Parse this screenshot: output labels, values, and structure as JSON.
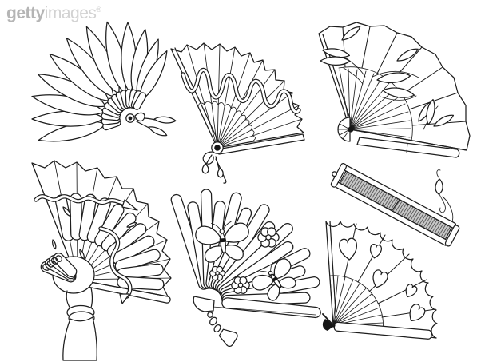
{
  "watermark": {
    "brand_bold": "getty",
    "brand_light": "images",
    "registered": "®"
  },
  "palette": {
    "background": "#ffffff",
    "line": "#1d1d1d",
    "watermark_bold": "#b5b5b5",
    "watermark_light": "#d2d2d2",
    "closed_fan_fill": "#c8c8c8"
  },
  "illustration": {
    "style": "black outline coloring-book line art",
    "subject": "Set of seven hand fans",
    "fans": [
      {
        "id": "feather-fan",
        "motif": "feather fan with ribbon leaves"
      },
      {
        "id": "wavy-ribbon-fan",
        "motif": "open folding fan with wavy ribbon and tassel"
      },
      {
        "id": "leaf-fan",
        "motif": "open folding fan with leaf sprigs"
      },
      {
        "id": "hand-held-fan",
        "motif": "hand with bracelet holding folding fan"
      },
      {
        "id": "butterfly-fan",
        "motif": "brise fan with butterflies, flowers and bead tassel"
      },
      {
        "id": "closed-fan",
        "motif": "closed pleated fan with cord and bead"
      },
      {
        "id": "heart-fan",
        "motif": "scalloped fan with hearts"
      }
    ]
  }
}
